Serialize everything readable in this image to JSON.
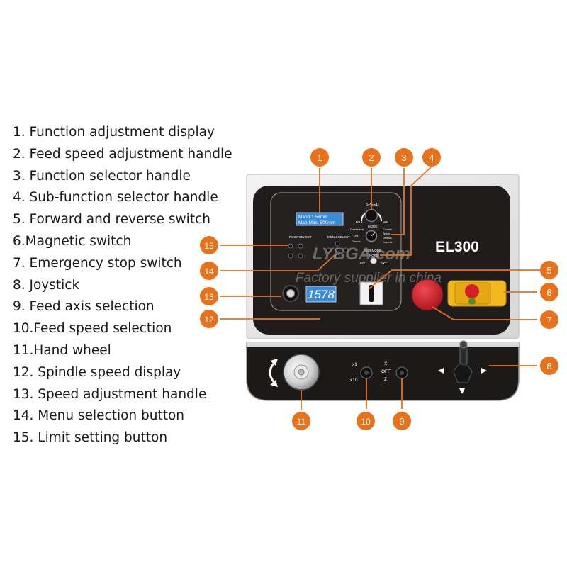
{
  "legend": [
    "1. Function adjustment display",
    "2. Feed speed adjustment handle",
    "3. Function selector handle",
    "4. Sub-function selector handle",
    "5. Forward and reverse switch",
    "6.Magnetic switch",
    "7. Emergency stop switch",
    "8. Joystick",
    "9. Feed axis selection",
    "10.Feed speed selection",
    "11.Hand wheel",
    "12. Spindle speed display",
    "13. Speed adjustment handle",
    "14. Menu selection button",
    "15. Limit setting button"
  ],
  "callouts": [
    "1",
    "2",
    "3",
    "4",
    "5",
    "6",
    "7",
    "8",
    "9",
    "10",
    "11",
    "12",
    "13",
    "14",
    "15"
  ],
  "panel": {
    "model": "EL300",
    "speed": "SPEED",
    "max": "MAX",
    "min": "MIN",
    "mode": "MODE",
    "mode_left": [
      "Countersink",
      "Drill",
      "Thread"
    ],
    "mode_right": [
      "Counter",
      "Spline",
      "Division",
      "Reverse"
    ],
    "sub_mode": "SUB MODE",
    "norm": "NORM",
    "int": "INT",
    "ext": "EXT",
    "position_set": "POSITION SET",
    "menu_select": "MENU SELECT",
    "lcd_line1": "Mand    1.56mm",
    "lcd_line2": "Map   Mast 500rpm",
    "spindle_display": "1578",
    "x1": "x1",
    "x10": "x10",
    "x": "X",
    "off": "OFF",
    "z": "Z"
  },
  "watermark": {
    "line1": "LYBGA.com",
    "line2": "Factory supplier in china"
  },
  "colors": {
    "callout": "#e8711c",
    "panel": "#1f1c1b",
    "lcd": "#3a8bd8",
    "estop": "#d4202a",
    "magnetic": "#f2b822"
  }
}
